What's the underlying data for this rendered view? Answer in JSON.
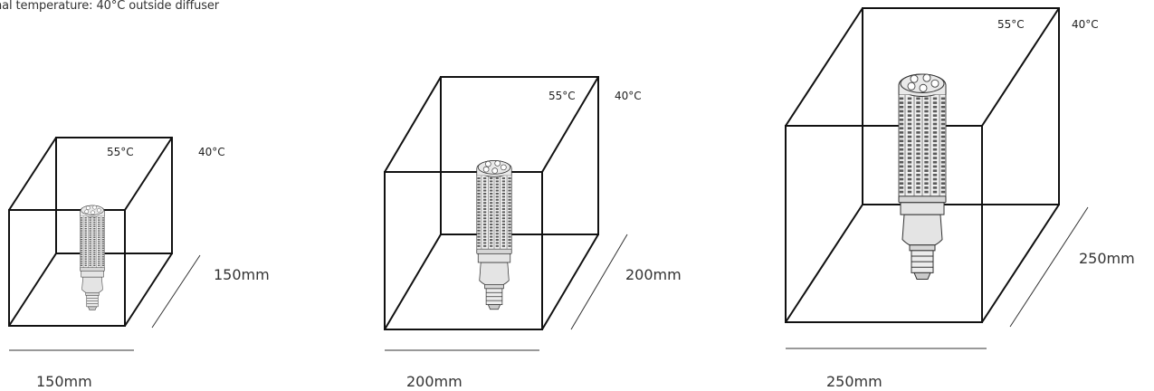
{
  "caption": "nal temperature: 40°C outside diffuser",
  "diagrams": [
    {
      "inside_temp": "55°C",
      "outside_temp": "40°C",
      "width_label": "150mm",
      "depth_label": "150mm"
    },
    {
      "inside_temp": "55°C",
      "outside_temp": "40°C",
      "width_label": "200mm",
      "depth_label": "200mm"
    },
    {
      "inside_temp": "55°C",
      "outside_temp": "40°C",
      "width_label": "250mm",
      "depth_label": "250mm"
    }
  ],
  "colors": {
    "line": "#111111",
    "text": "#333333",
    "led_chip": "#5a5a5a"
  }
}
